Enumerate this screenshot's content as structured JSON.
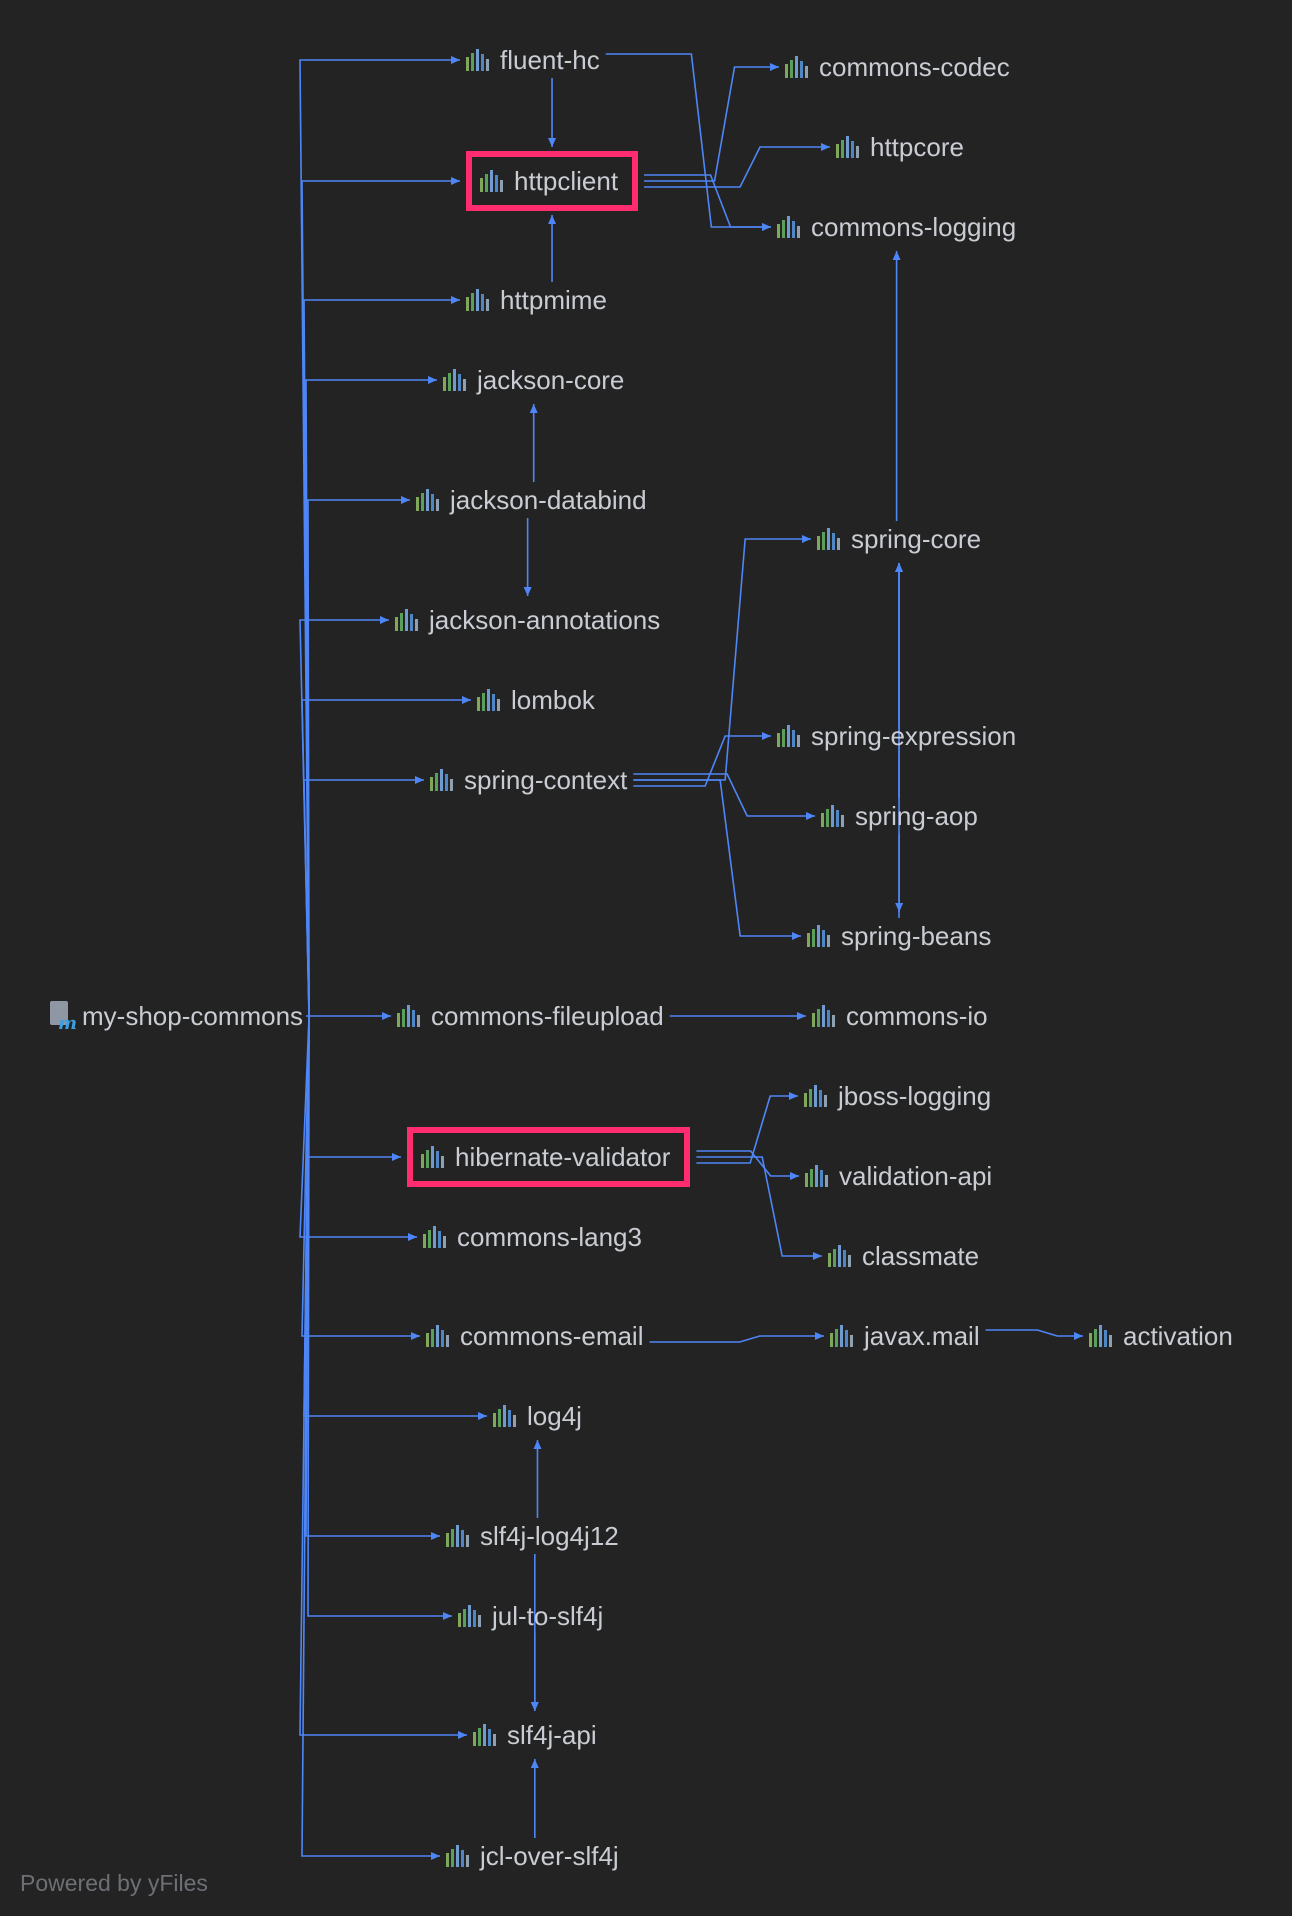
{
  "diagram": {
    "root": "my-shop-commons",
    "nodes": [
      "fluent-hc",
      "httpclient",
      "httpmime",
      "jackson-core",
      "jackson-databind",
      "jackson-annotations",
      "lombok",
      "spring-context",
      "commons-fileupload",
      "hibernate-validator",
      "commons-lang3",
      "commons-email",
      "log4j",
      "slf4j-log4j12",
      "jul-to-slf4j",
      "slf4j-api",
      "jcl-over-slf4j",
      "commons-codec",
      "httpcore",
      "commons-logging",
      "spring-core",
      "spring-expression",
      "spring-aop",
      "spring-beans",
      "commons-io",
      "jboss-logging",
      "validation-api",
      "classmate",
      "javax.mail",
      "activation"
    ],
    "highlighted": [
      "httpclient",
      "hibernate-validator"
    ],
    "edges": [
      [
        "my-shop-commons",
        "fluent-hc"
      ],
      [
        "my-shop-commons",
        "httpclient"
      ],
      [
        "my-shop-commons",
        "httpmime"
      ],
      [
        "my-shop-commons",
        "jackson-core"
      ],
      [
        "my-shop-commons",
        "jackson-databind"
      ],
      [
        "my-shop-commons",
        "jackson-annotations"
      ],
      [
        "my-shop-commons",
        "lombok"
      ],
      [
        "my-shop-commons",
        "spring-context"
      ],
      [
        "my-shop-commons",
        "commons-fileupload"
      ],
      [
        "my-shop-commons",
        "hibernate-validator"
      ],
      [
        "my-shop-commons",
        "commons-lang3"
      ],
      [
        "my-shop-commons",
        "commons-email"
      ],
      [
        "my-shop-commons",
        "log4j"
      ],
      [
        "my-shop-commons",
        "slf4j-log4j12"
      ],
      [
        "my-shop-commons",
        "jul-to-slf4j"
      ],
      [
        "my-shop-commons",
        "slf4j-api"
      ],
      [
        "my-shop-commons",
        "jcl-over-slf4j"
      ],
      [
        "fluent-hc",
        "httpclient"
      ],
      [
        "fluent-hc",
        "commons-logging"
      ],
      [
        "httpclient",
        "commons-codec"
      ],
      [
        "httpclient",
        "httpcore"
      ],
      [
        "httpclient",
        "commons-logging"
      ],
      [
        "httpmime",
        "httpclient"
      ],
      [
        "jackson-databind",
        "jackson-core"
      ],
      [
        "jackson-databind",
        "jackson-annotations"
      ],
      [
        "spring-context",
        "spring-core"
      ],
      [
        "spring-context",
        "spring-expression"
      ],
      [
        "spring-context",
        "spring-aop"
      ],
      [
        "spring-context",
        "spring-beans"
      ],
      [
        "spring-expression",
        "spring-core"
      ],
      [
        "spring-aop",
        "spring-core"
      ],
      [
        "spring-aop",
        "spring-beans"
      ],
      [
        "spring-beans",
        "spring-core"
      ],
      [
        "spring-core",
        "commons-logging"
      ],
      [
        "commons-fileupload",
        "commons-io"
      ],
      [
        "hibernate-validator",
        "jboss-logging"
      ],
      [
        "hibernate-validator",
        "validation-api"
      ],
      [
        "hibernate-validator",
        "classmate"
      ],
      [
        "commons-email",
        "javax.mail"
      ],
      [
        "javax.mail",
        "activation"
      ],
      [
        "slf4j-log4j12",
        "log4j"
      ],
      [
        "slf4j-log4j12",
        "slf4j-api"
      ],
      [
        "jul-to-slf4j",
        "slf4j-api"
      ],
      [
        "jcl-over-slf4j",
        "slf4j-api"
      ]
    ],
    "colors": {
      "edge": "#4f86f7",
      "highlight": "#ff2d6f",
      "background": "#232323",
      "text": "#c9cdd3"
    },
    "footer": "Powered by yFiles"
  }
}
